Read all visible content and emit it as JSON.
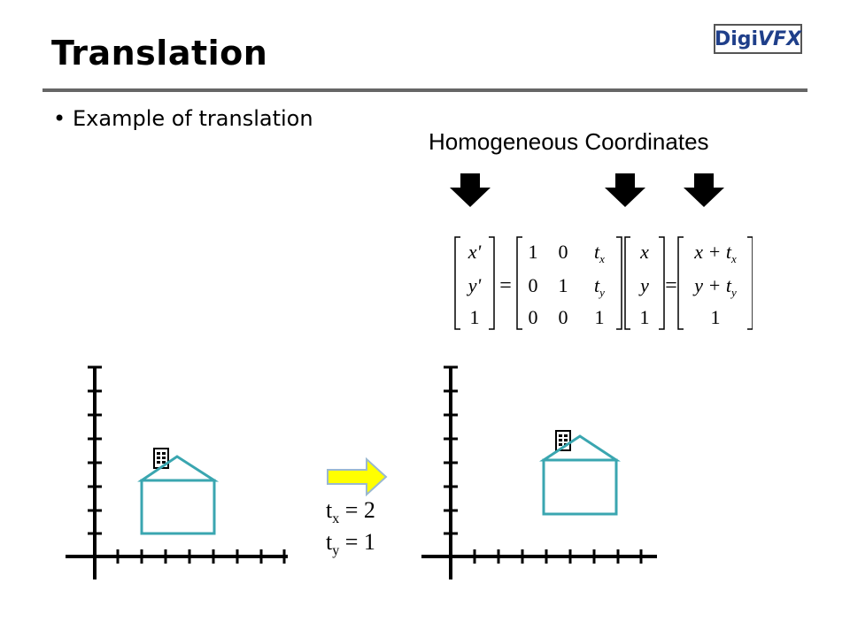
{
  "slide": {
    "title": "Translation",
    "bullet": "Example of translation",
    "annotation": "Homogeneous Coordinates",
    "logo": {
      "part1": "Digi",
      "part2": "VFX"
    }
  },
  "formula": {
    "lhs": [
      "x'",
      "y'",
      "1"
    ],
    "matrix": [
      [
        "1",
        "0",
        "t_x"
      ],
      [
        "0",
        "1",
        "t_y"
      ],
      [
        "0",
        "0",
        "1"
      ]
    ],
    "vec": [
      "x",
      "y",
      "1"
    ],
    "result": [
      "x + t_x",
      "y + t_y",
      "1"
    ]
  },
  "params": {
    "tx_base": "t",
    "tx_sub": "x",
    "tx_value": " = 2",
    "ty_base": "t",
    "ty_sub": "y",
    "ty_value": " = 1"
  }
}
